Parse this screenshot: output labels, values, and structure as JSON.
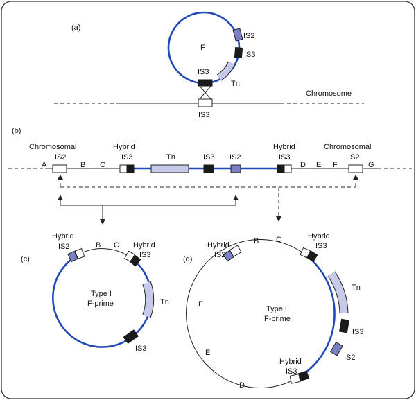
{
  "panel_a": {
    "label": "(a)",
    "plasmid": "F",
    "is2": "IS2",
    "is3_top": "IS3",
    "is3_bottom": "IS3",
    "tn": "Tn",
    "chrom_is3": "IS3",
    "chromosome": "Chromosome"
  },
  "panel_b": {
    "label": "(b)",
    "chromosomal_left": "Chromosomal",
    "is2_left": "IS2",
    "hybrid_left": "Hybrid",
    "is3_hybrid_left": "IS3",
    "tn": "Tn",
    "is3_mid": "IS3",
    "is2_mid": "IS2",
    "hybrid_right": "Hybrid",
    "is3_hybrid_right": "IS3",
    "chromosomal_right": "Chromosomal",
    "is2_right": "IS2",
    "markers": [
      "A",
      "B",
      "C",
      "D",
      "E",
      "F",
      "G"
    ]
  },
  "panel_c": {
    "label": "(c)",
    "hybrid_is2_1": "Hybrid",
    "hybrid_is2_2": "IS2",
    "b": "B",
    "c": "C",
    "hybrid_is3_1": "Hybrid",
    "hybrid_is3_2": "IS3",
    "center_1": "Type I",
    "center_2": "F-prime",
    "tn": "Tn",
    "is3": "IS3"
  },
  "panel_d": {
    "label": "(d)",
    "hybrid_is2_1": "Hybrid",
    "hybrid_is2_2": "IS2",
    "b": "B",
    "c": "C",
    "hybrid_is3_1": "Hybrid",
    "hybrid_is3_2": "IS3",
    "tn": "Tn",
    "f": "F",
    "center_1": "Type II",
    "center_2": "F-prime",
    "is3": "IS3",
    "e": "E",
    "is2": "IS2",
    "hybrid_bottom_1": "Hybrid",
    "hybrid_bottom_2": "IS3",
    "d": "D"
  }
}
